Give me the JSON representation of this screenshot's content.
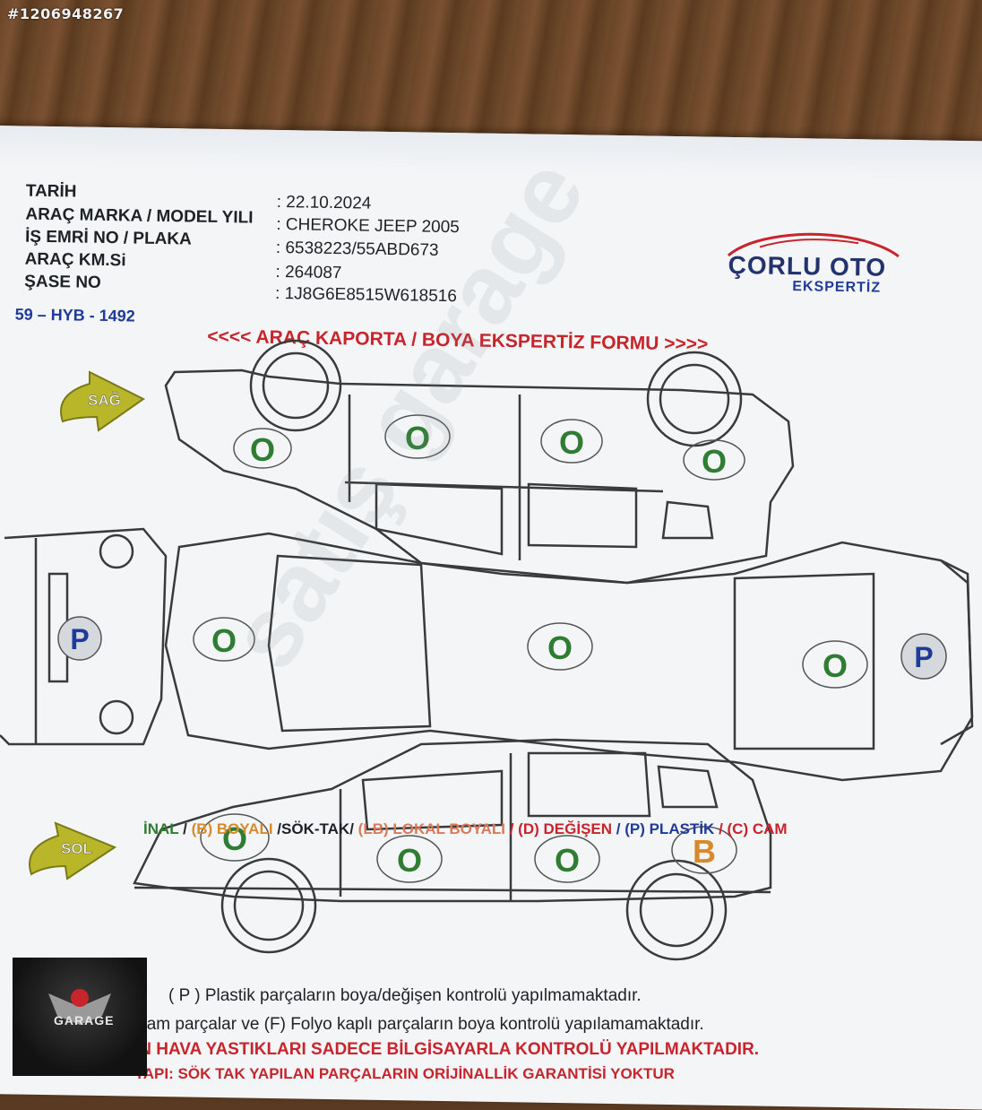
{
  "photo_watermark": "#1206948267",
  "form": {
    "rows": [
      {
        "label": "TARİH",
        "value": ": 22.10.2024"
      },
      {
        "label": "ARAÇ MARKA / MODEL YILI",
        "value": ": CHEROKE JEEP 2005"
      },
      {
        "label": "İŞ EMRİ NO / PLAKA",
        "value": ": 6538223/55ABD673"
      },
      {
        "label": "ARAÇ KM.Si",
        "value": ": 264087"
      },
      {
        "label": "ŞASE NO",
        "value": ": 1J8G6E8515W618516"
      }
    ],
    "plate": "59 – HYB - 1492",
    "logo_main": "ÇORLU OTO",
    "logo_sub": "EKSPERTİZ",
    "title": "<<<<  ARAÇ KAPORTA / BOYA EKSPERTİZ  FORMU  >>>>",
    "arrow_right": "SAĞ",
    "arrow_left": "SOL",
    "marks": {
      "original": "O",
      "plastic": "P",
      "painted": "B"
    },
    "legend": {
      "original": "İNAL",
      "s1": "/",
      "painted": "(B) BOYALI",
      "sokak": "/SÖK-TAK/",
      "local": "(LB) LOKAL BOYALI",
      "changed": "/ (D) DEĞİŞEN",
      "plastic": "/ (P) PLASTİK",
      "glass": "/ (C) CAM"
    },
    "notes": [
      "( P )  Plastik parçaların boya/değişen kontrolü yapılmamaktadır.",
      "Cam parçalar ve (F) Folyo kaplı parçaların boya  kontrolü yapılamamaktadır.",
      "IN HAVA YASTIKLARI SADECE BİLGİSAYARLA KONTROLÜ YAPILMAKTADIR.",
      "YAPI: SÖK TAK YAPILAN PARÇALARIN ORİJİNALLİK GARANTİSİ YOKTUR"
    ]
  },
  "overlay_watermark": "satış garage",
  "badge": "GARAGE",
  "colors": {
    "mark_green": "#2e7d32",
    "mark_blue": "#1f3b9a",
    "mark_orange": "#d8892a",
    "title_red": "#c8242c"
  }
}
